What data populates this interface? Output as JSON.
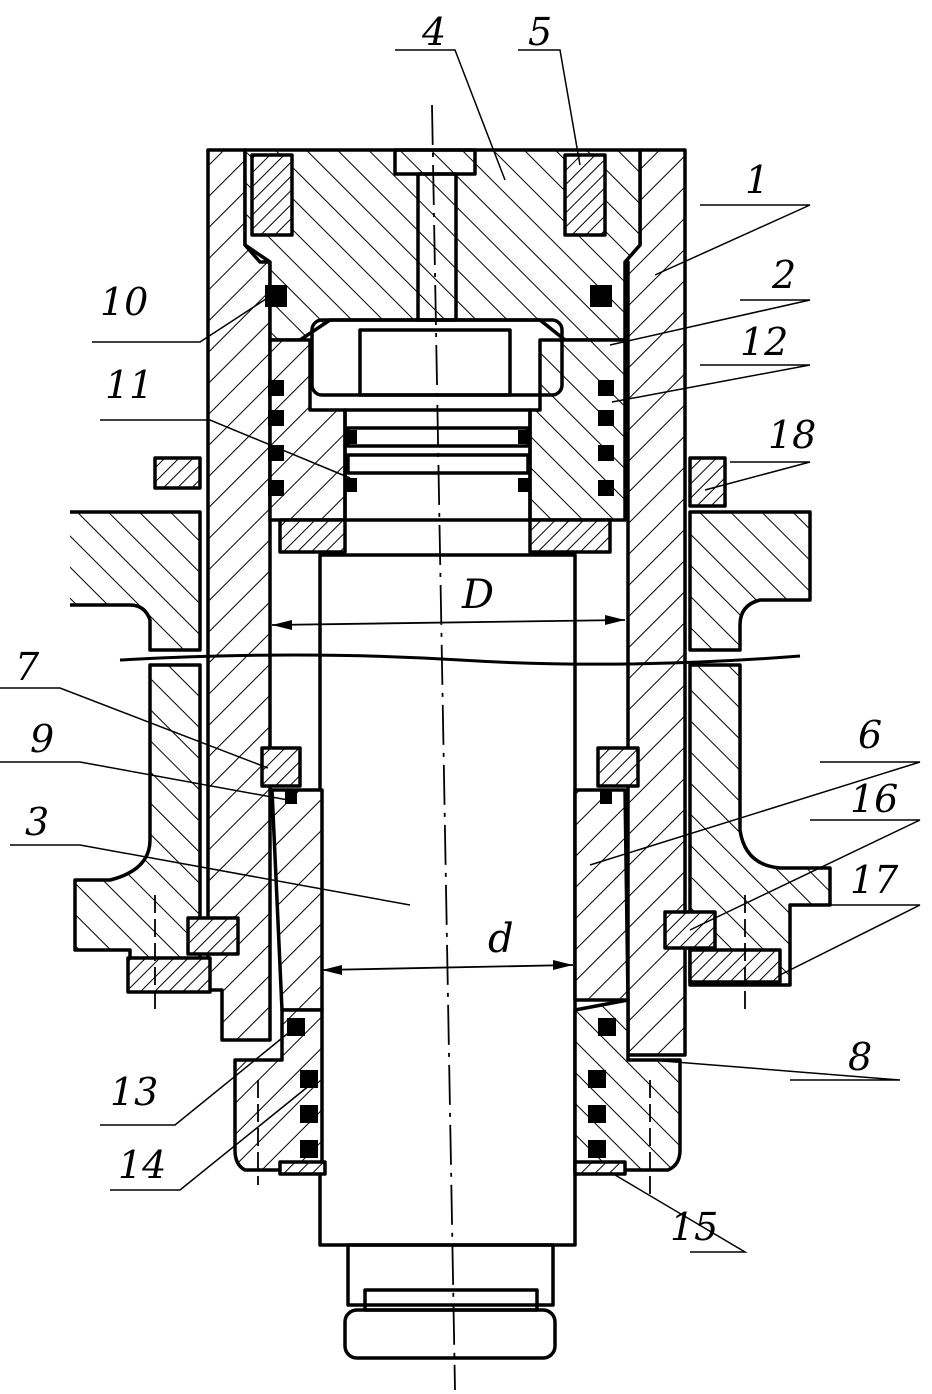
{
  "drawing": {
    "part_labels": {
      "p1": "1",
      "p2": "2",
      "p3": "3",
      "p4": "4",
      "p5": "5",
      "p6": "6",
      "p7": "7",
      "p8": "8",
      "p9": "9",
      "p10": "10",
      "p11": "11",
      "p12": "12",
      "p13": "13",
      "p14": "14",
      "p15": "15",
      "p16": "16",
      "p17": "17",
      "p18": "18"
    },
    "dimensions": {
      "outer_diameter": "D",
      "rod_diameter": "d"
    }
  }
}
